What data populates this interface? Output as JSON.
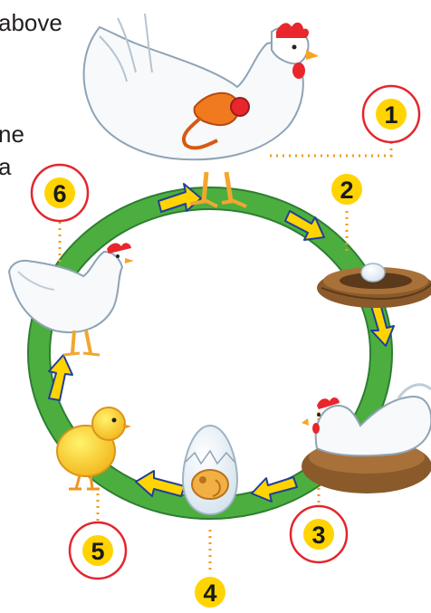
{
  "text_fragments": [
    "above",
    "ne",
    "a"
  ],
  "stages": [
    {
      "number": "1",
      "icon": "hen-with-reproductive-organs-icon"
    },
    {
      "number": "2",
      "icon": "egg-in-nest-icon"
    },
    {
      "number": "3",
      "icon": "hen-sitting-on-nest-icon"
    },
    {
      "number": "4",
      "icon": "embryo-in-egg-icon"
    },
    {
      "number": "5",
      "icon": "chick-icon"
    },
    {
      "number": "6",
      "icon": "young-hen-icon"
    }
  ],
  "colors": {
    "ring_green": "#4cae3f",
    "ring_edge": "#2e7d32",
    "arrow_yellow": "#ffd400",
    "arrow_outline": "#1f3f9c",
    "badge_circle": "#e3262e",
    "badge_dot": "#ffd400",
    "leader_line": "#f39a1e"
  }
}
